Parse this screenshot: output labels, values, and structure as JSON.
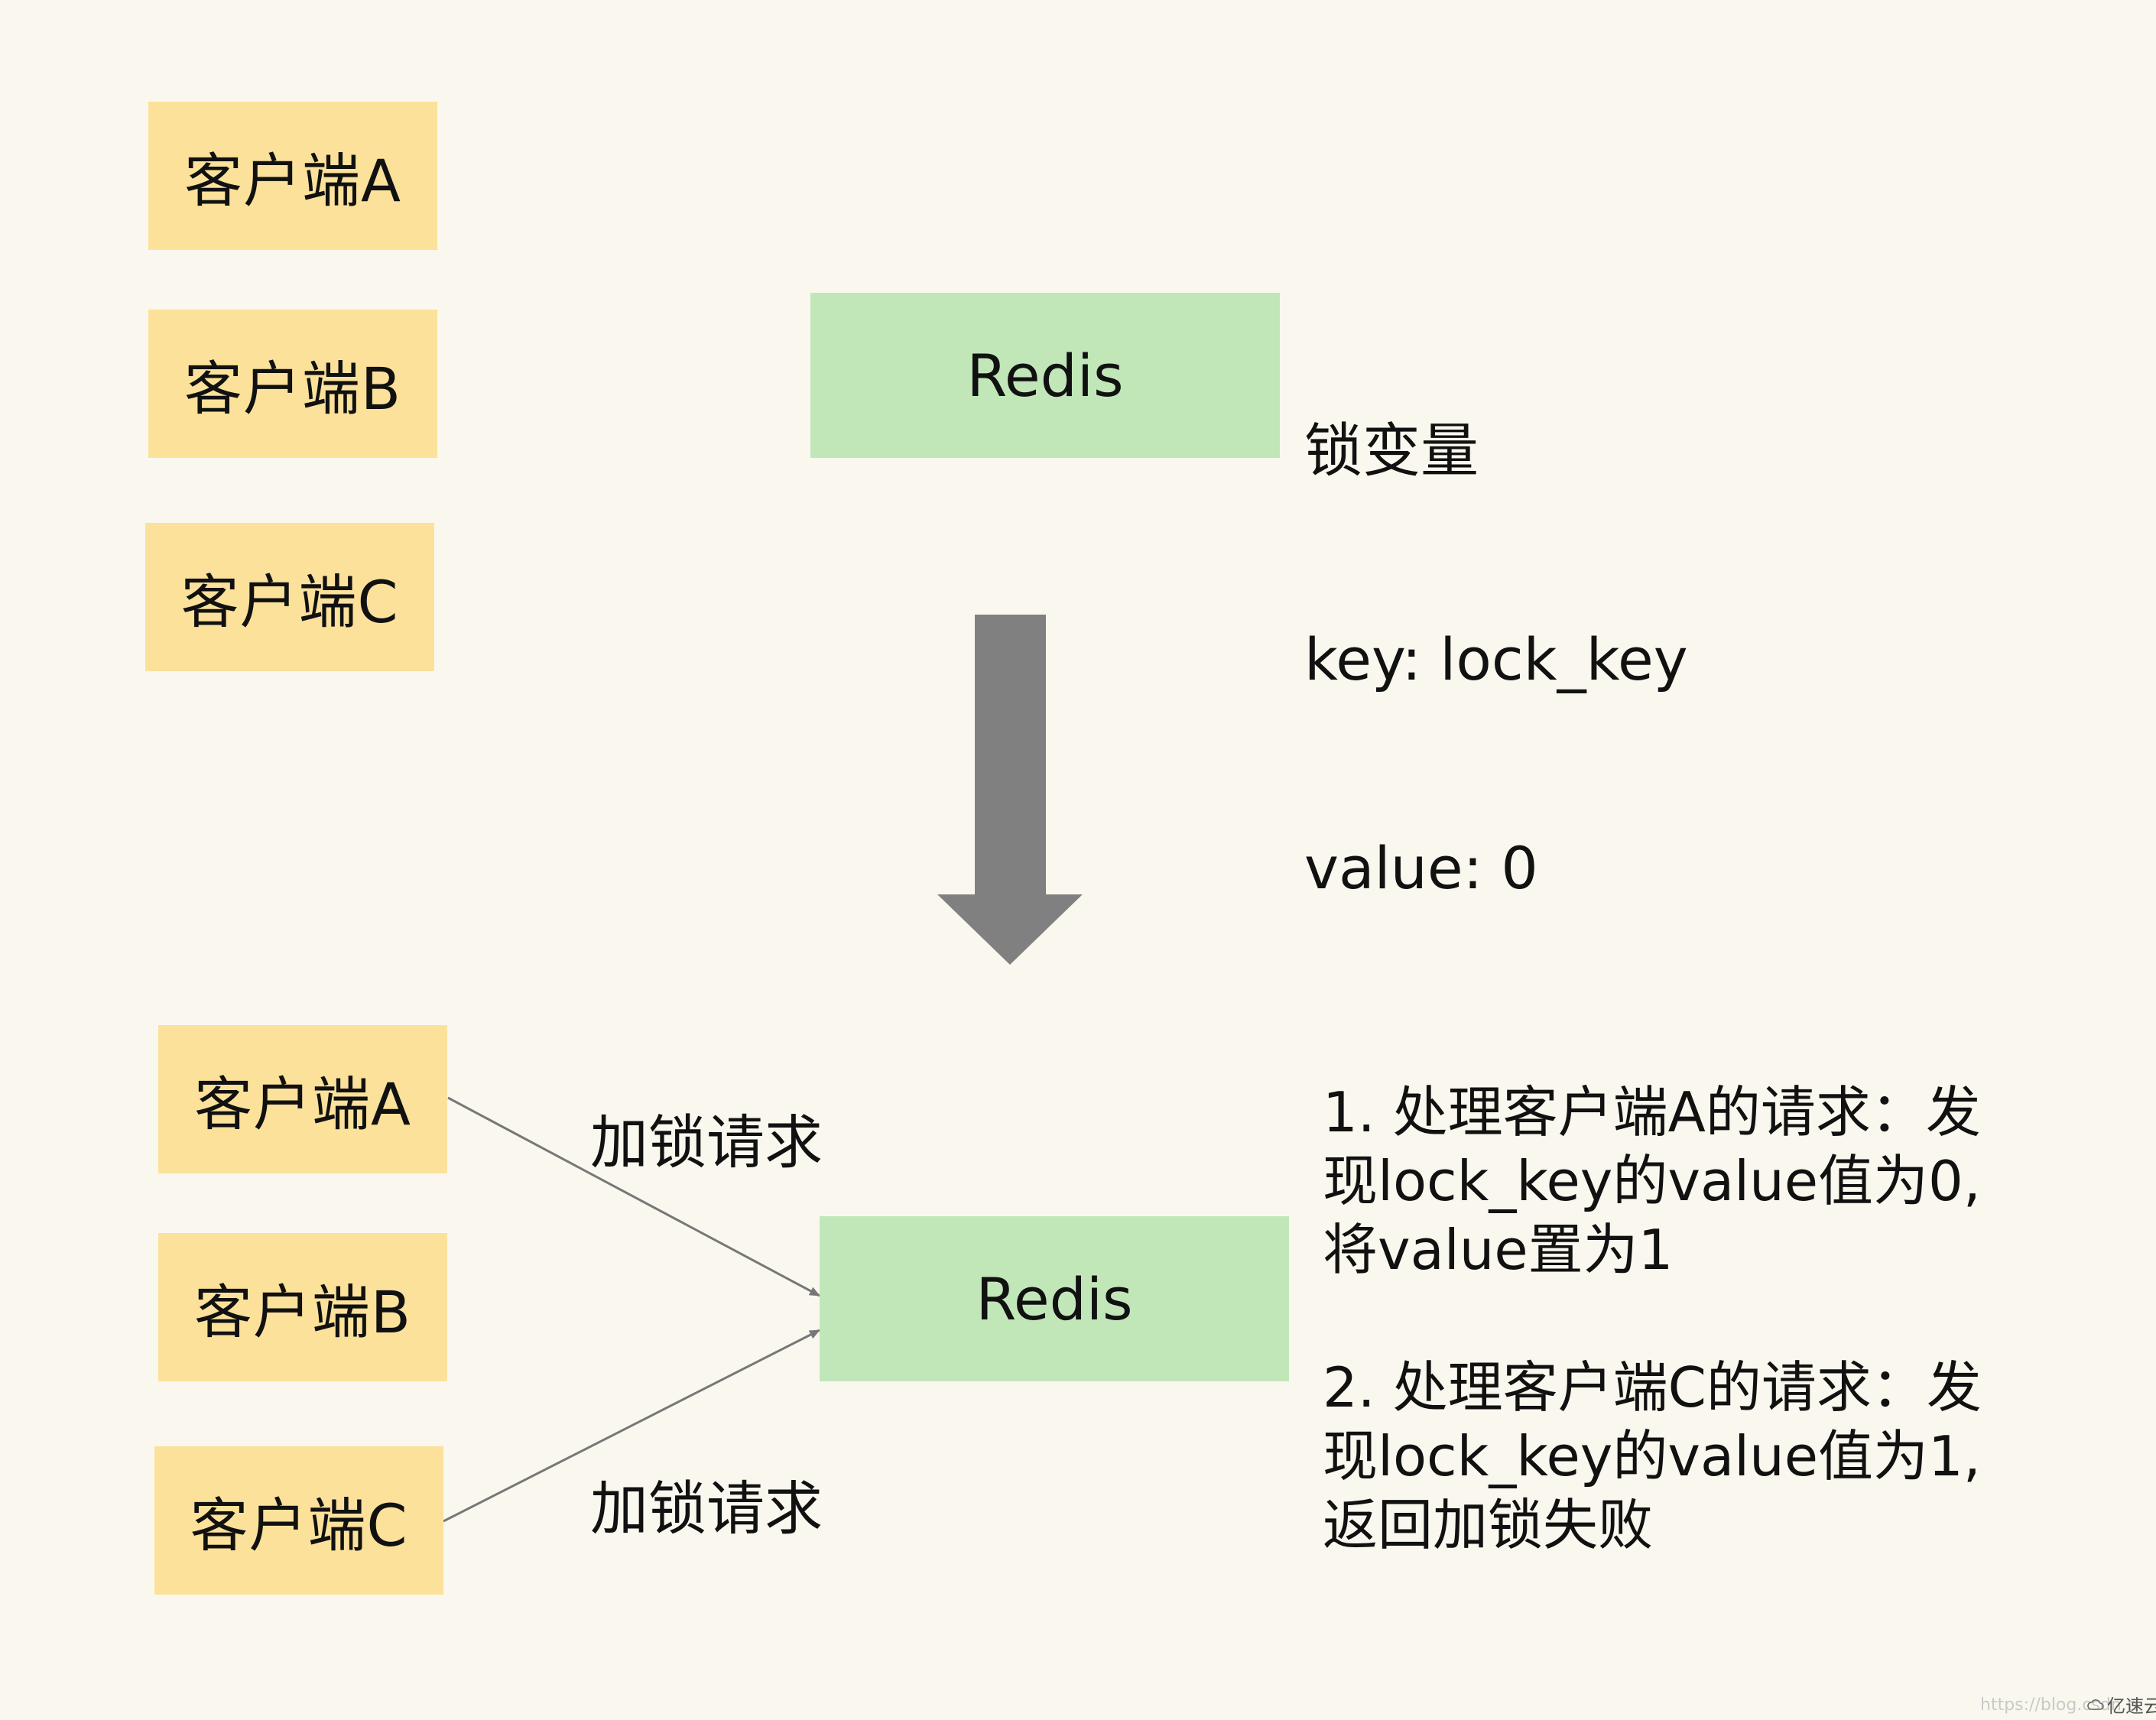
{
  "top": {
    "clients": [
      "客户端A",
      "客户端B",
      "客户端C"
    ],
    "redis_label": "Redis",
    "lock_info": [
      "锁变量",
      "key: lock_key",
      "value: 0"
    ]
  },
  "bottom": {
    "clients": [
      "客户端A",
      "客户端B",
      "客户端C"
    ],
    "redis_label": "Redis",
    "request_labels": [
      "加锁请求",
      "加锁请求"
    ],
    "steps": [
      "1. 处理客户端A的请求：发\n现lock_key的value值为0,\n将value置为1",
      "2. 处理客户端C的请求：发\n现lock_key的value值为1,\n返回加锁失败"
    ]
  },
  "watermark": {
    "url_text": "https://blog.csdn.n",
    "logo_text": "亿速云"
  },
  "colors": {
    "background": "#faf8ee",
    "client_box": "#fbe19a",
    "redis_box": "#c1e7b9",
    "transition_arrow": "#808080",
    "request_arrow": "#777777"
  }
}
